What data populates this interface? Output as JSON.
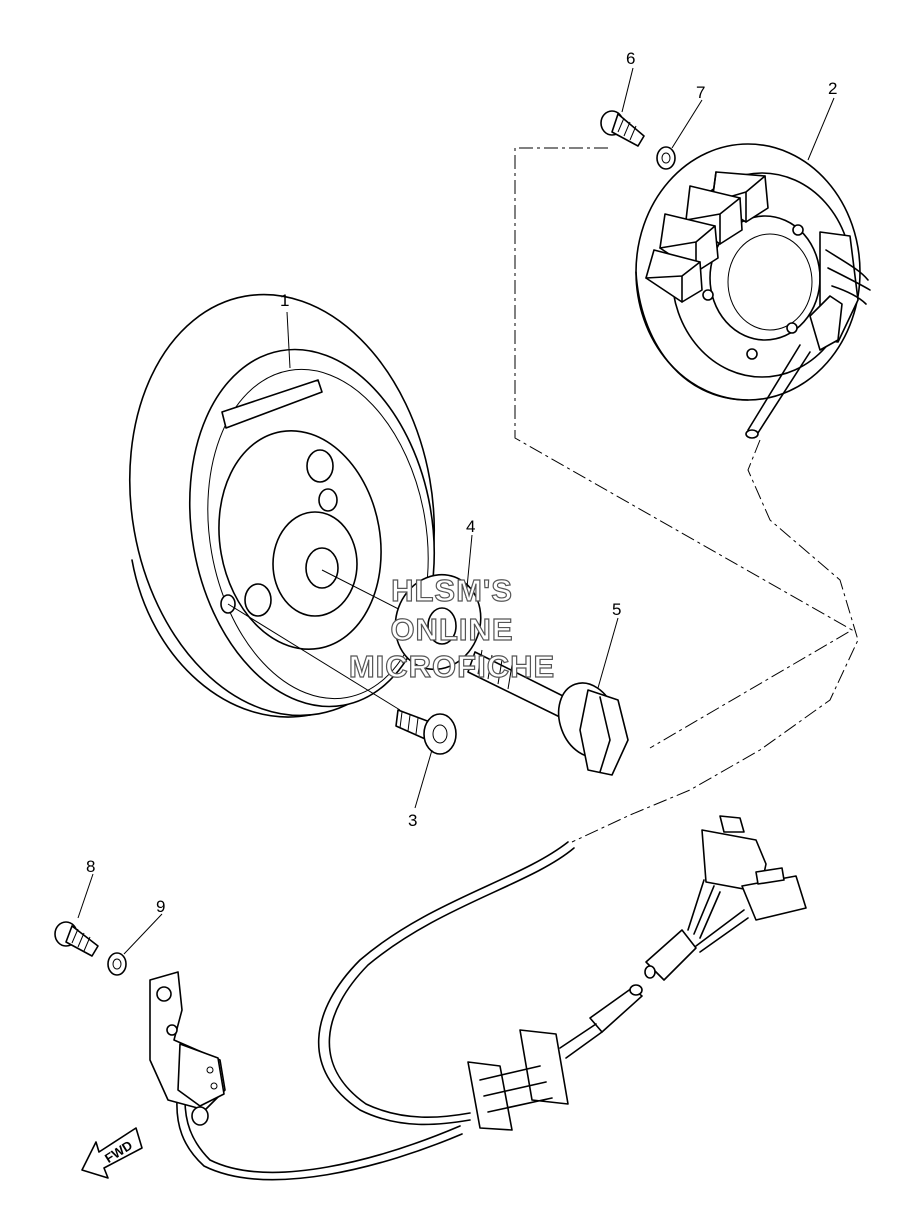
{
  "callouts": [
    {
      "id": "1",
      "label": "1"
    },
    {
      "id": "2",
      "label": "2"
    },
    {
      "id": "3",
      "label": "3"
    },
    {
      "id": "4",
      "label": "4"
    },
    {
      "id": "5",
      "label": "5"
    },
    {
      "id": "6",
      "label": "6"
    },
    {
      "id": "7",
      "label": "7"
    },
    {
      "id": "8",
      "label": "8"
    },
    {
      "id": "9",
      "label": "9"
    }
  ],
  "watermark": {
    "line1": "HLSM'S",
    "line2": "ONLINE",
    "line3": "MICROFICHE"
  },
  "fwd_arrow": {
    "label": "FWD"
  }
}
